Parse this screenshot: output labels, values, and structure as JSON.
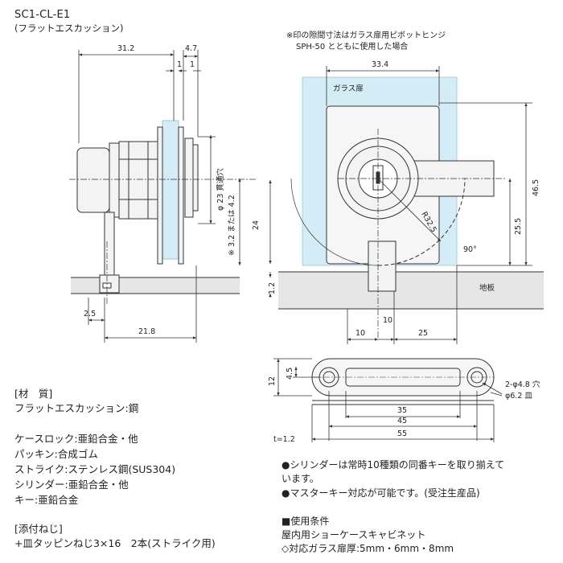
{
  "header": {
    "model": "SC1-CL-E1",
    "model_sub": "(フラットエスカッション)"
  },
  "note": {
    "line1": "※印の隙間寸法はガラス扉用ピボットヒンジ",
    "line2": "SPH-50 とともに使用した場合"
  },
  "side_view": {
    "dims": {
      "top_width": "31.2",
      "top_right": "4.7",
      "gap_a": "1",
      "gap_b": "1",
      "hole_dia": "φ 23 貫通穴",
      "gap_note": "※ 3.2 または 4.2",
      "height": "24",
      "bottom_gap": "1.2",
      "left_offset": "2.5",
      "bottom_width": "21.8"
    }
  },
  "front_view": {
    "label_glass": "ガラス扉",
    "label_floor": "地板",
    "dims": {
      "top_width": "33.4",
      "height_total": "46.5",
      "height_strike": "25.5",
      "radius": "R32.5",
      "angle": "90°",
      "bottom_a": "10",
      "bottom_b": "10",
      "bottom_c": "25"
    }
  },
  "strike_plate": {
    "dims": {
      "height": "12",
      "half_height": "4.5",
      "hole_spacing": "35",
      "slot_length": "45",
      "total_length": "55",
      "holes": "2-φ4.8 穴",
      "countersink": "φ6.2 皿",
      "thickness": "t=1.2"
    }
  },
  "materials": {
    "heading": "[材　質]",
    "items": [
      "フラットエスカッション:鋼",
      "ケースロック:亜鉛合金・他",
      "パッキン:合成ゴム",
      "ストライク:ステンレス鋼(SUS304)",
      "シリンダー:亜鉛合金・他",
      "キー:亜鉛合金"
    ]
  },
  "screws": {
    "heading": "[添付ねじ]",
    "item": "+皿タッピンねじ3×16　2本(ストライク用)"
  },
  "features": {
    "line1": "●シリンダーは常時10種類の同番キーを取り揃えて",
    "line2": "います。",
    "line3": "●マスターキー対応が可能です。(受注生産品)"
  },
  "conditions": {
    "heading": "■使用条件",
    "line1": "屋内用ショーケースキャビネット",
    "line2": "◇対応ガラス扉厚:5mm・6mm・8mm"
  },
  "colors": {
    "glass": "#d4ecf6",
    "floor": "#e6e6e6",
    "line": "#333333",
    "metal": "#f3f3f3"
  }
}
